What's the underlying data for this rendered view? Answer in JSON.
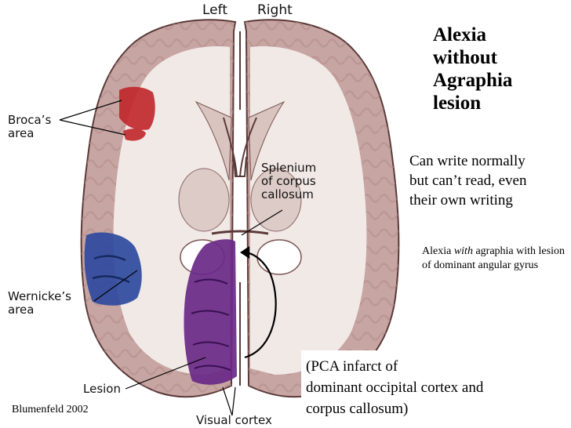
{
  "orientation": {
    "left": "Left",
    "right": "Right"
  },
  "labels": {
    "broca": [
      "Broca’s",
      "area"
    ],
    "splenium": [
      "Splenium",
      "of corpus",
      "callosum"
    ],
    "wernicke": [
      "Wernicke’s",
      "area"
    ],
    "lesion": "Lesion",
    "visual_cortex": "Visual cortex"
  },
  "title": [
    "Alexia",
    "without",
    "Agraphia",
    "lesion"
  ],
  "description": [
    "Can write normally",
    "but can’t read, even",
    "their own writing"
  ],
  "note": {
    "prefix": "Alexia ",
    "emphasis": "with",
    "rest": " agraphia with lesion of dominant angular gyrus"
  },
  "pca": [
    "(PCA infarct of",
    "dominant occipital cortex and",
    "corpus callosum)"
  ],
  "credit": "Blumenfeld 2002",
  "colors": {
    "broca_region": "#c0262a",
    "wernicke_region": "#2f4aa0",
    "lesion_region": "#6a2a86",
    "tissue_gray": "#e8dcd8",
    "cortex": "#c7a5a2"
  }
}
